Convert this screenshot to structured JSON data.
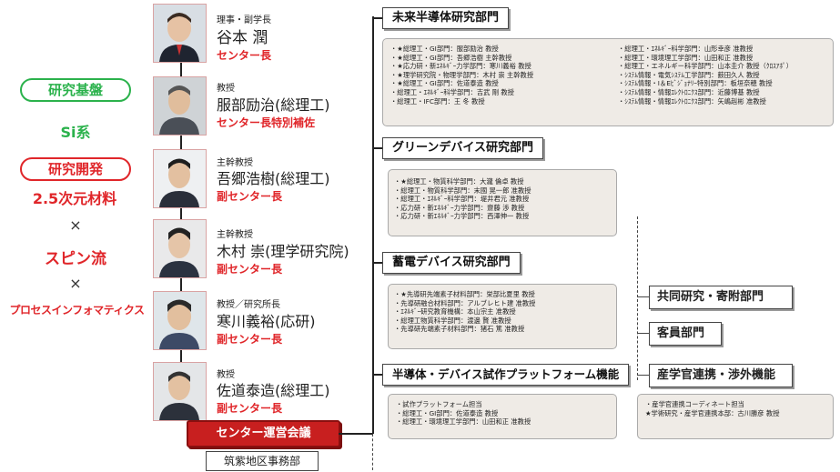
{
  "left": {
    "pill1": "研究基盤",
    "si": "Si系",
    "pill2": "研究開発",
    "mat": "2.5次元材料",
    "cross1": "×",
    "spin": "スピン流",
    "cross2": "×",
    "proc": "プロセスインフォマティクス"
  },
  "people": [
    {
      "role": "理事・副学長",
      "name": "谷本 潤",
      "title": "センター長"
    },
    {
      "role": "教授",
      "name": "服部励治(総理工)",
      "title": "センター長特別補佐"
    },
    {
      "role": "主幹教授",
      "name": "吾郷浩樹(総理工)",
      "title": "副センター長"
    },
    {
      "role": "主幹教授",
      "name": "木村 崇(理学研究院)",
      "title": "副センター長"
    },
    {
      "role": "教授／研究所長",
      "name": "寒川義裕(応研)",
      "title": "副センター長"
    },
    {
      "role": "教授",
      "name": "佐道泰造(総理工)",
      "title": "副センター長"
    }
  ],
  "council": "センター運営会議",
  "office": "筑紫地区事務部",
  "divisions": {
    "d1": {
      "title": "未来半導体研究部門",
      "col1": [
        "・★総理工・GI部門：服部励治 教授",
        "・★総理工・GI部門：吾郷浩樹 主幹教授",
        "・★応力研・新ｴﾈﾙｷﾞｰ力学部門：寒川義裕 教授",
        "・★理学研究院・物理学部門：木村 崇 主幹教授",
        "・★総理工・GI部門：佐道泰造 教授",
        "・総理工・ｴﾈﾙｷﾞｰ科学部門：吉武 剛 教授",
        "・総理工・IFC部門：王 冬 教授"
      ],
      "col2": [
        "・総理工・ｴﾈﾙｷﾞｰ科学部門：山形幸彦 准教授",
        "・総理工・環境理工学部門：山田和正 准教授",
        "・総理工・エネルギー科学部門：山本圭介 教授（ｸﾛｽｱﾎﾟ）",
        "・ｼｽﾃﾑ情報・電気ｼｽﾃﾑ工学部門：薮田久人 教授",
        "・ｼｽﾃﾑ情報・I＆Eﾋﾞｼﾞｮﾅﾘｰ特別部門：板垣奈穂 教授",
        "・ｼｽﾃﾑ情報・情報ｴﾚｸﾄﾛﾆｸｽ部門：近藤博基 教授",
        "・ｼｽﾃﾑ情報・情報ｴﾚｸﾄﾛﾆｸｽ部門：矢嶋赳彬 准教授"
      ]
    },
    "d2": {
      "title": "グリーンデバイス研究部門",
      "members": [
        "・★総理工・物質科学部門：大瀧 倫卓 教授",
        "・総理工・物質科学部門：末國 晃一郎 准教授",
        "・総理工・ｴﾈﾙｷﾞｰ科学部門：堤井君元 准教授",
        "・応力研・新ｴﾈﾙｷﾞｰ力学部門：齋藤 渉 教授",
        "・応力研・新ｴﾈﾙｷﾞｰ力学部門：西澤伸一 教授"
      ]
    },
    "d3": {
      "title": "蓄電デバイス研究部門",
      "members": [
        "・★先導研先端素子材料部門：栄部比夏里 教授",
        "・先導研融合材料部門：アルブレヒト建 准教授",
        "・ｴﾈﾙｷﾞｰ研究教育機構：本山宗主 准教授",
        "・総理工物質科学部門：渡邊 賢 准教授",
        "・先導研先端素子材料部門：猪石 篤 准教授"
      ]
    },
    "d4": {
      "title": "半導体・デバイス試作プラットフォーム機能",
      "members": [
        "・試作プラットフォーム担当",
        "・総理工・GI部門：佐道泰造 教授",
        "・総理工・環境理工学部門：山田和正 准教授"
      ]
    }
  },
  "right": {
    "joint": "共同研究・寄附部門",
    "guest": "客員部門",
    "industry": "産学官連携・渉外機能",
    "industry_box": [
      "・産学官連携コーディネート担当",
      "★学術研究・産学官連携本部：古川勝彦 教授"
    ]
  },
  "colors": {
    "red": "#e0262a",
    "green": "#2bb24c",
    "council": "#c81f1f",
    "box": "#efebe6"
  }
}
